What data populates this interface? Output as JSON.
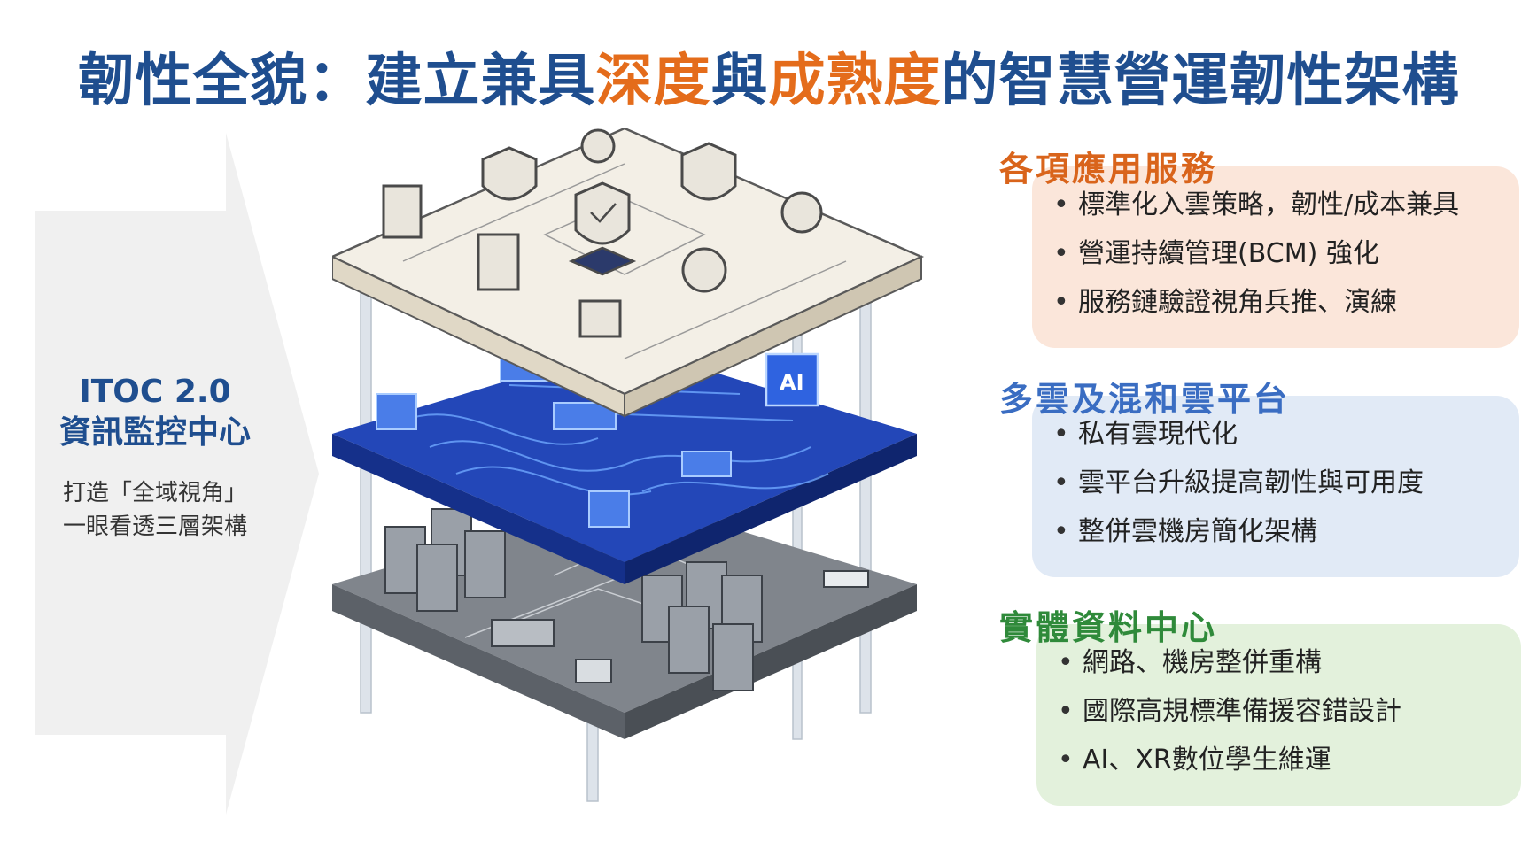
{
  "title": {
    "part1": "韌性全貌：建立兼具",
    "highlight1": "深度",
    "part2": "與",
    "highlight2": "成熟度",
    "part3": "的智慧營運韌性架構"
  },
  "left": {
    "heading_line1": "ITOC 2.0",
    "heading_line2": "資訊監控中心",
    "sub_line1": "打造「全域視角」",
    "sub_line2": "一眼看透三層架構"
  },
  "layers": [
    {
      "heading": "各項應用服務",
      "color": "#d9641b",
      "items": [
        "標準化入雲策略，韌性/成本兼具",
        "營運持續管理(BCM) 強化",
        "服務鏈驗證視角兵推、演練"
      ]
    },
    {
      "heading": "多雲及混和雲平台",
      "color": "#3a6dc2",
      "items": [
        "私有雲現代化",
        "雲平台升級提高韌性與可用度",
        "整併雲機房簡化架構"
      ]
    },
    {
      "heading": "實體資料中心",
      "color": "#2f8a3a",
      "items": [
        "網路、機房整併重構",
        "國際高規標準備援容錯設計",
        "AI、XR數位學生維運"
      ]
    }
  ],
  "illustration": {
    "ai_chip_label": "AI"
  }
}
